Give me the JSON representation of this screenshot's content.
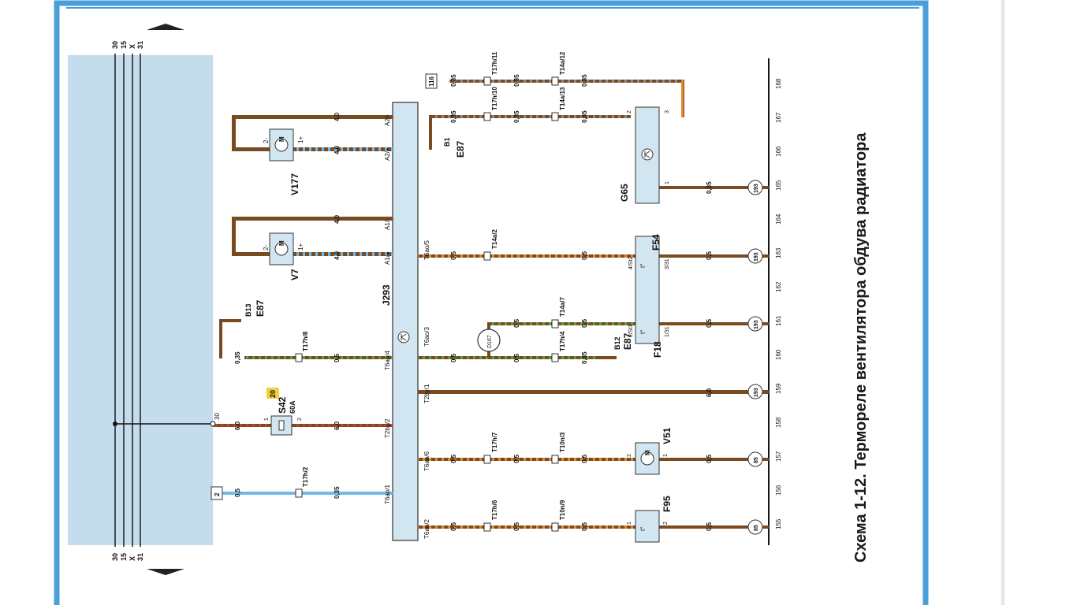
{
  "caption": "Схема 1-12. Термореле вентилятора обдува радиатора",
  "bus": {
    "lines": [
      "30",
      "15",
      "X",
      "31"
    ]
  },
  "fuse": {
    "badge": "20",
    "name": "S42",
    "rating": "60A",
    "pin_in": "1",
    "pin_out": "2",
    "tap": "30"
  },
  "ground_points": [
    "155",
    "156",
    "157",
    "158",
    "159",
    "160",
    "161",
    "162",
    "163",
    "164",
    "165",
    "166",
    "167",
    "168"
  ],
  "components": {
    "v177": {
      "label": "V177",
      "pin_neg": "2-",
      "pin_pos": "1+"
    },
    "v7": {
      "label": "V7",
      "pin_neg": "2-",
      "pin_pos": "1+"
    },
    "v51": {
      "label": "V51",
      "pin_a": "2",
      "pin_b": "1"
    },
    "f95": {
      "label": "F95",
      "pin_a": "1",
      "pin_b": "2"
    },
    "f18": {
      "label": "F18",
      "pin_a": "2/St1",
      "pin_b": "1/31"
    },
    "f54": {
      "label": "F54",
      "pin_a": "4/St2",
      "pin_b": "3/31"
    },
    "g65": {
      "label": "G65",
      "pin_1": "1",
      "pin_2": "2",
      "pin_3": "3"
    },
    "j293": {
      "label": "J293"
    },
    "d167": {
      "label": "D167"
    },
    "box116": {
      "label": "116"
    },
    "box2": {
      "label": "2"
    },
    "e87_b13": {
      "point": "B13",
      "unit": "E87"
    },
    "e87_b12": {
      "point": "B12",
      "unit": "E87"
    },
    "e87_b1": {
      "point": "B1",
      "unit": "E87"
    }
  },
  "j293_pins": [
    "T6ao/2",
    "T6ao/1",
    "T6ao/6",
    "T2by/2",
    "T2by/1",
    "T6ao/3",
    "T6ao/4",
    "A1/+",
    "A1/-",
    "A2/+",
    "A2/-",
    "T6ao/5"
  ],
  "connectors": {
    "t17h2": "T17h/2",
    "t17h8": "T17h/8",
    "t17h6": "T17h/6",
    "t17h7": "T17h/7",
    "t10n9": "T10n/9",
    "t10n3": "T10n/3",
    "t17h4": "T17h/4",
    "t14a7": "T14a/7",
    "t14a2": "T14a/2",
    "t17h10": "T17h/10",
    "t17h11": "T17h/11",
    "t14a13": "T14a/13",
    "t14a12": "T14a/12"
  },
  "refs": {
    "r85": "85",
    "r193": "193"
  },
  "wire_sizes": {
    "s035": "0,35",
    "s05": "0,5",
    "s40": "4,0",
    "s60": "6,0"
  },
  "colors": {
    "frame": "#4a9fd8",
    "panel": "#c4dcec",
    "module": "#d2e6f2",
    "brown": "#7a4a20",
    "blue": "#72b8e6",
    "green": "#58a048",
    "orange": "#e08a2c",
    "red": "#c8402c",
    "gray": "#8a8a8a",
    "badge": "#f0d23c"
  }
}
